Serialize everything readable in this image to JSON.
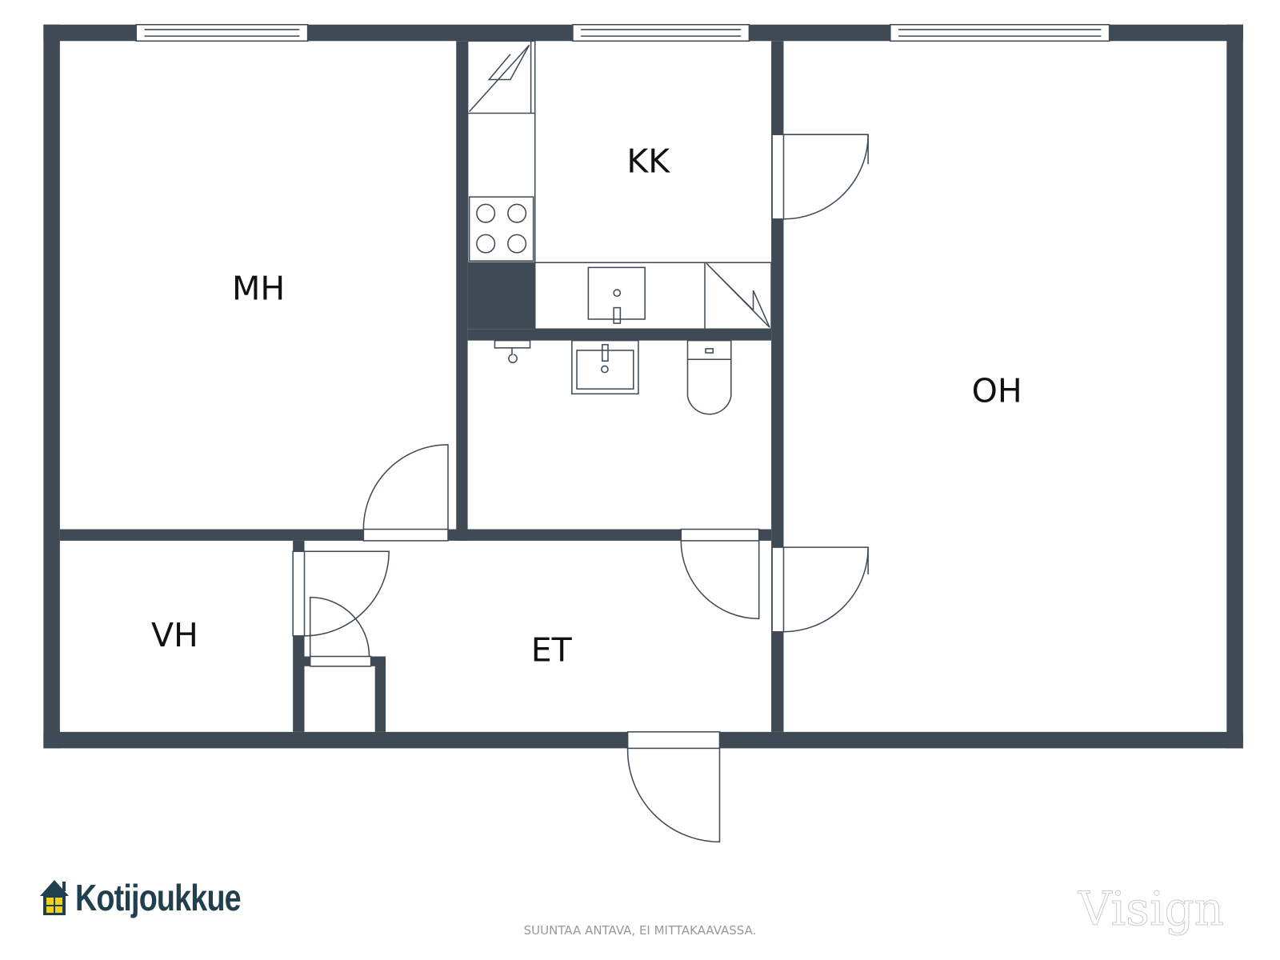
{
  "rooms": {
    "mh": "MH",
    "kk": "KK",
    "oh": "OH",
    "vh": "VH",
    "et": "ET"
  },
  "footer": {
    "brand": "Kotijoukkue",
    "note": "SUUNTAA ANTAVA, EI MITTAKAAVASSA.",
    "watermark": "Visign"
  },
  "colors": {
    "wall": "#3f4a54",
    "brand": "#21404f",
    "brand_window": "#f2d21b"
  }
}
